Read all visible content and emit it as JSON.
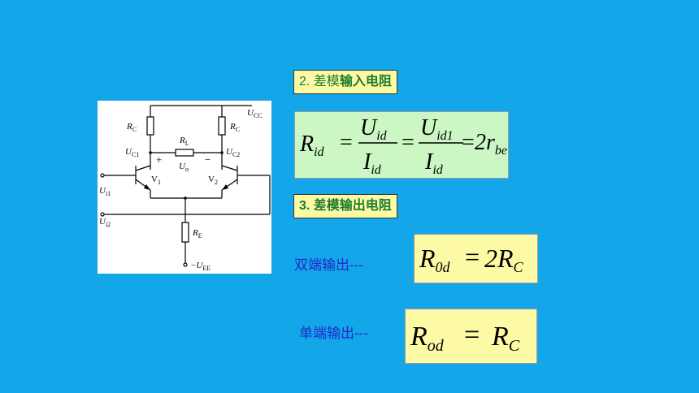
{
  "heading_2": {
    "prefix": "2. ",
    "part1": "差模",
    "part2": "输入电阻"
  },
  "heading_3": {
    "text": "3. 差模输出电阻"
  },
  "label_double": "双端输出---",
  "label_single": "单端输出---",
  "circuit": {
    "ucc": "U",
    "ucc_sub": "CC",
    "rc": "R",
    "rc_sub": "C",
    "rl": "R",
    "rl_sub": "L",
    "uc1": "U",
    "uc1_sub": "C1",
    "uc2": "U",
    "uc2_sub": "C2",
    "plus": "+",
    "minus": "−",
    "uo": "U",
    "uo_sub": "o",
    "v1": "V",
    "v1_sub": "1",
    "v2": "V",
    "v2_sub": "2",
    "ui1": "U",
    "ui1_sub": "i1",
    "ui2": "U",
    "ui2_sub": "i2",
    "re": "R",
    "re_sub": "E",
    "uee": "−U",
    "uee_sub": "EE"
  },
  "formula_input": {
    "lhs": "R",
    "lhs_sub": "id",
    "num1": "U",
    "num1_sub": "id",
    "den1": "I",
    "den1_sub": "id",
    "num2": "U",
    "num2_sub": "id1",
    "den2": "I",
    "den2_sub": "id",
    "rhs": "2r",
    "rhs_sub": "be",
    "eq": "="
  },
  "formula_double": {
    "lhs": "R",
    "lhs_sub": "0d",
    "rhs": "2R",
    "rhs_sub": "C",
    "eq": "="
  },
  "formula_single": {
    "lhs": "R",
    "lhs_sub": "od",
    "rhs": "R",
    "rhs_sub": "C",
    "eq": "="
  }
}
